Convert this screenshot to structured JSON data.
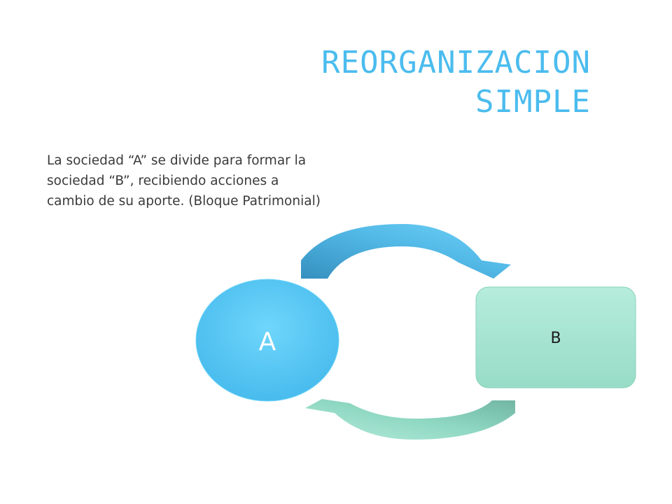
{
  "slide": {
    "title_lines": [
      "REORGANIZACION",
      "SIMPLE"
    ],
    "description_lines": [
      "La sociedad “A” se divide para formar la",
      "sociedad “B”, recibiendo acciones a",
      "cambio de su aporte. (Bloque Patrimonial)"
    ]
  },
  "diagram": {
    "node_a": {
      "label": "A",
      "shape": "ellipse"
    },
    "node_b": {
      "label": "B",
      "shape": "rounded-rectangle"
    },
    "arrows": [
      {
        "from": "A",
        "to": "B",
        "position": "top"
      },
      {
        "from": "B",
        "to": "A",
        "position": "bottom"
      }
    ]
  },
  "colors": {
    "title": "#4bbcee",
    "text": "#3a3a3a",
    "node_a": "#5ccbf5",
    "node_b": "#a3e3cf",
    "arrow_top": "#3f9fcf",
    "arrow_bottom": "#88d6bf"
  }
}
